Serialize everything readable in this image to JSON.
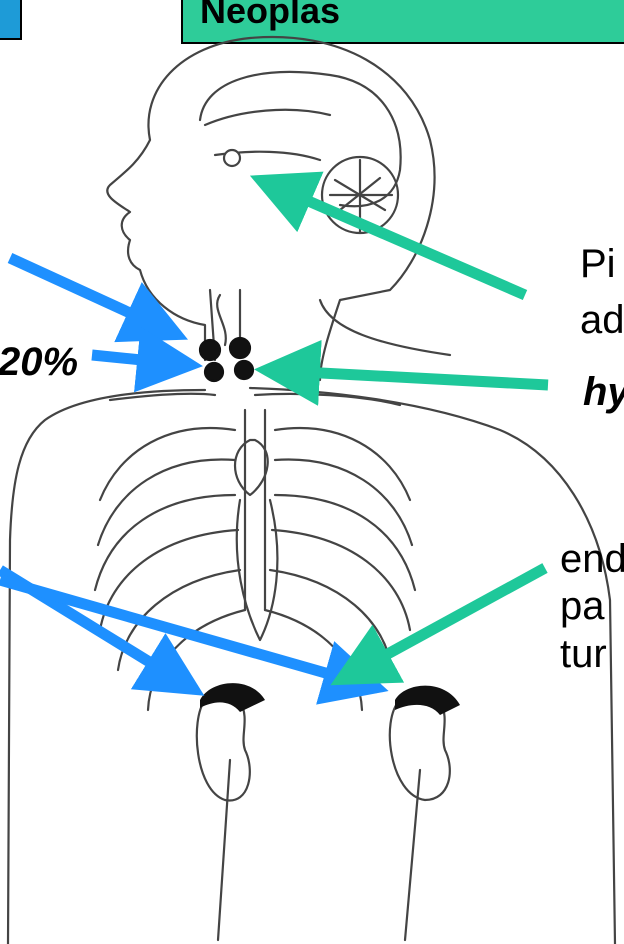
{
  "banner": {
    "title": "Neoplas",
    "left_color": "#1e9bd7",
    "right_color": "#2ecc99"
  },
  "labels": {
    "percent": "20%",
    "pituitary_line1": "Pi",
    "pituitary_line2": "ad",
    "hyperplasia": "hy",
    "pancreas_line1": "end",
    "pancreas_line2": "pa",
    "pancreas_line3": "tur"
  },
  "colors": {
    "blue_arrow": "#1e90ff",
    "green_arrow": "#1ec89a",
    "line": "#444444"
  }
}
